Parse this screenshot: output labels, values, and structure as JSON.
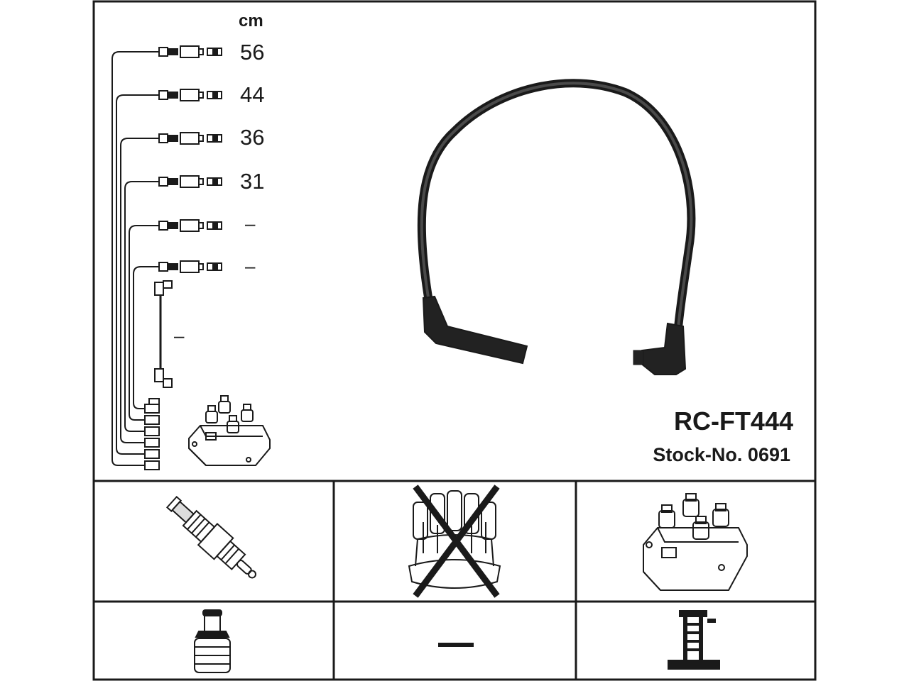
{
  "header": {
    "unit_label": "cm",
    "part_number": "RC-FT444",
    "stock_label": "Stock-No.",
    "stock_number": "0691"
  },
  "leads": [
    {
      "length": "56"
    },
    {
      "length": "44"
    },
    {
      "length": "36"
    },
    {
      "length": "31"
    },
    {
      "length": "–"
    },
    {
      "length": "–"
    }
  ],
  "coil_lead": {
    "length": "–"
  },
  "application_grid": {
    "top_row": [
      "spark-plug",
      "distributor-cap-not-applicable",
      "ignition-coil"
    ],
    "bottom_row": [
      "plug-terminal",
      "none",
      "coil-terminal"
    ],
    "bottom_middle_mark": "—"
  },
  "colors": {
    "line": "#1a1a1a",
    "background": "#ffffff"
  }
}
